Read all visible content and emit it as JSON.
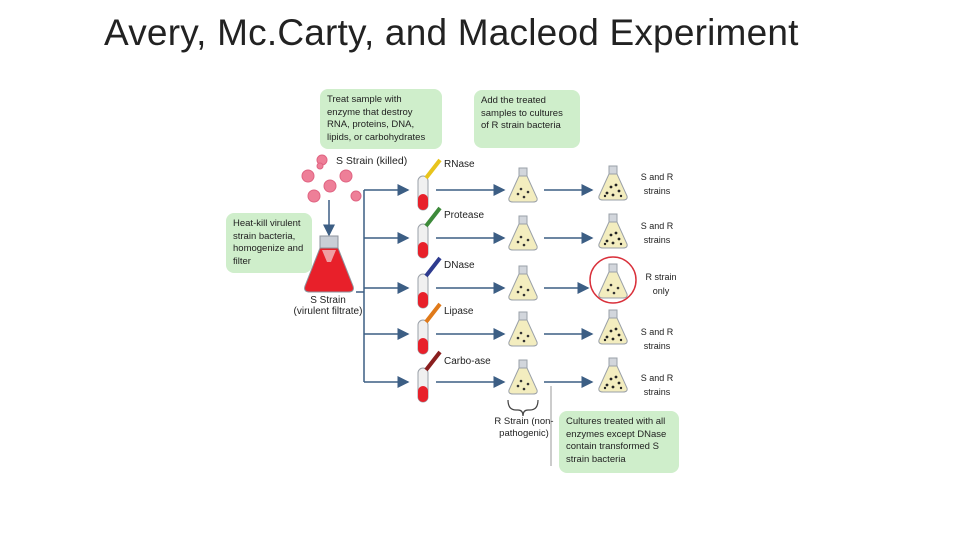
{
  "slide": {
    "title": "Avery, Mc.Carty, and Macleod Experiment"
  },
  "diagram": {
    "note_treat": "Treat sample with enzyme that destroy RNA, proteins, DNA, lipids, or carbohydrates",
    "note_add": "Add the treated samples to cultures of R strain bacteria",
    "note_heatkill": "Heat-kill virulent strain bacteria, homogenize and filter",
    "note_cultures": "Cultures treated with all enzymes except DNase contain transformed S strain bacteria",
    "s_strain_killed": "S Strain (killed)",
    "s_strain_filtrate_line1": "S Strain",
    "s_strain_filtrate_line2": "(virulent filtrate)",
    "r_strain_line1": "R Strain (non-",
    "r_strain_line2": "pathogenic)",
    "enzymes": [
      "RNase",
      "Protease",
      "DNase",
      "Lipase",
      "Carbo-ase"
    ],
    "results": [
      {
        "line1": "S and R",
        "line2": "strains"
      },
      {
        "line1": "S and R",
        "line2": "strains"
      },
      {
        "line1": "R strain",
        "line2": "only"
      },
      {
        "line1": "S and R",
        "line2": "strains"
      },
      {
        "line1": "S and R",
        "line2": "strains"
      }
    ],
    "colors": {
      "note_bg": "#cfeecb",
      "arrow": "#3c5e84",
      "filtrate_red": "#e8202a",
      "bacteria_pink": "#ee7f98",
      "highlight_circle": "#d9313b",
      "culture_yellow": "#f3edbf",
      "enzyme_colors": [
        "#e8c41c",
        "#3d8a3a",
        "#2e3b8f",
        "#e07a1a",
        "#8a1f1f"
      ]
    }
  }
}
